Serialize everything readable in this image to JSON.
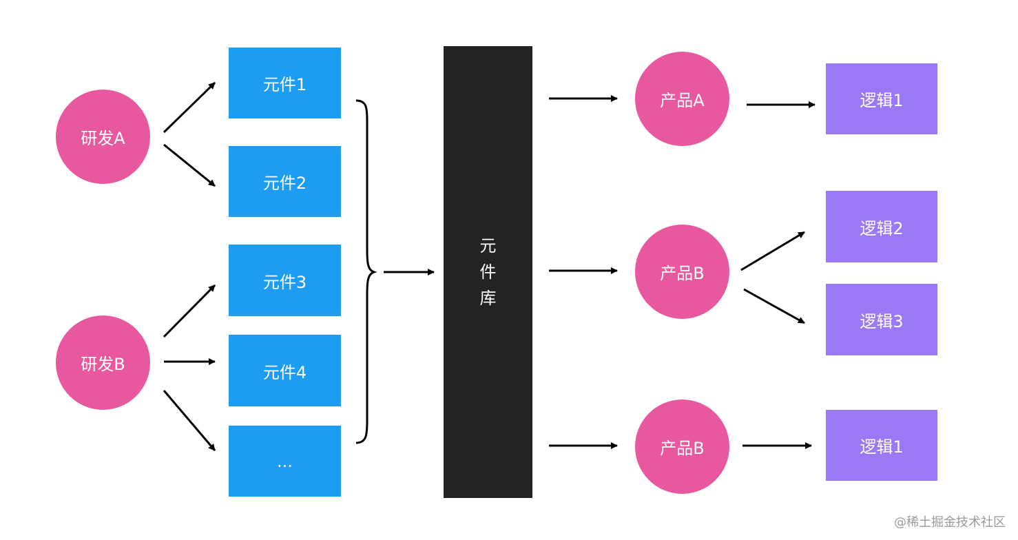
{
  "developers": [
    {
      "label": "研发A"
    },
    {
      "label": "研发B"
    }
  ],
  "components": [
    {
      "label": "元件1"
    },
    {
      "label": "元件2"
    },
    {
      "label": "元件3"
    },
    {
      "label": "元件4"
    },
    {
      "label": "..."
    }
  ],
  "library": {
    "chars": [
      "元",
      "件",
      "库"
    ]
  },
  "products": [
    {
      "label": "产品A"
    },
    {
      "label": "产品B"
    },
    {
      "label": "产品B"
    }
  ],
  "logics": [
    {
      "label": "逻辑1"
    },
    {
      "label": "逻辑2"
    },
    {
      "label": "逻辑3"
    },
    {
      "label": "逻辑1"
    }
  ],
  "watermark": "@稀土掘金技术社区",
  "colors": {
    "developer": "#e8589f",
    "component": "#1c9cf2",
    "library": "#232323",
    "product": "#e8589f",
    "logic": "#9b79f6",
    "arrow": "#000000"
  }
}
